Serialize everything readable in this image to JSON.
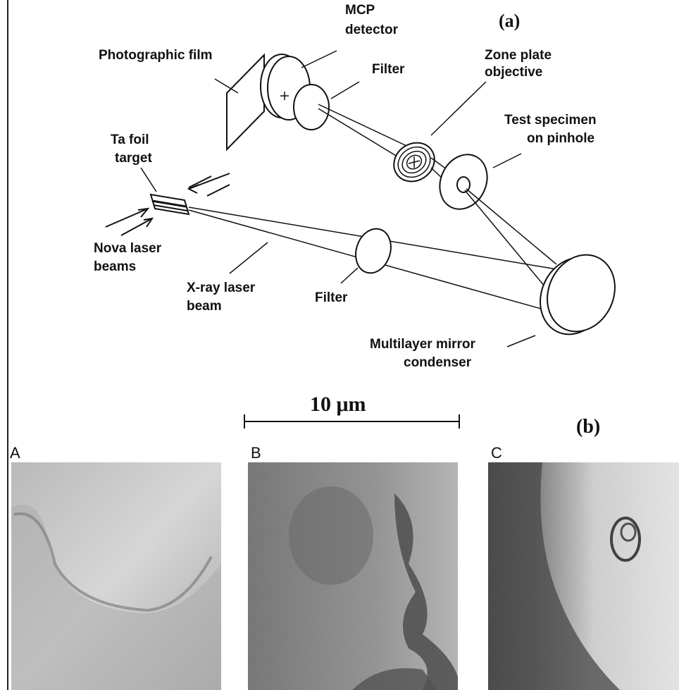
{
  "diagram": {
    "panel_a_tag": "(a)",
    "panel_b_tag": "(b)",
    "labels": {
      "photographic_film": "Photographic film",
      "mcp_line1": "MCP",
      "mcp_line2": "detector",
      "filter_top": "Filter",
      "zone_plate_line1": "Zone plate",
      "zone_plate_line2": "objective",
      "test_specimen_line1": "Test specimen",
      "test_specimen_line2": "on pinhole",
      "ta_foil_line1": "Ta  foil",
      "ta_foil_line2": "target",
      "nova_line1": "Nova laser",
      "nova_line2": "beams",
      "xray_line1": "X-ray laser",
      "xray_line2": "beam",
      "filter_bottom": "Filter",
      "mirror_line1": "Multilayer mirror",
      "mirror_line2": "condenser"
    }
  },
  "scale_bar": {
    "label": "10 μm"
  },
  "micrographs": [
    {
      "letter": "A"
    },
    {
      "letter": "B"
    },
    {
      "letter": "C"
    }
  ]
}
